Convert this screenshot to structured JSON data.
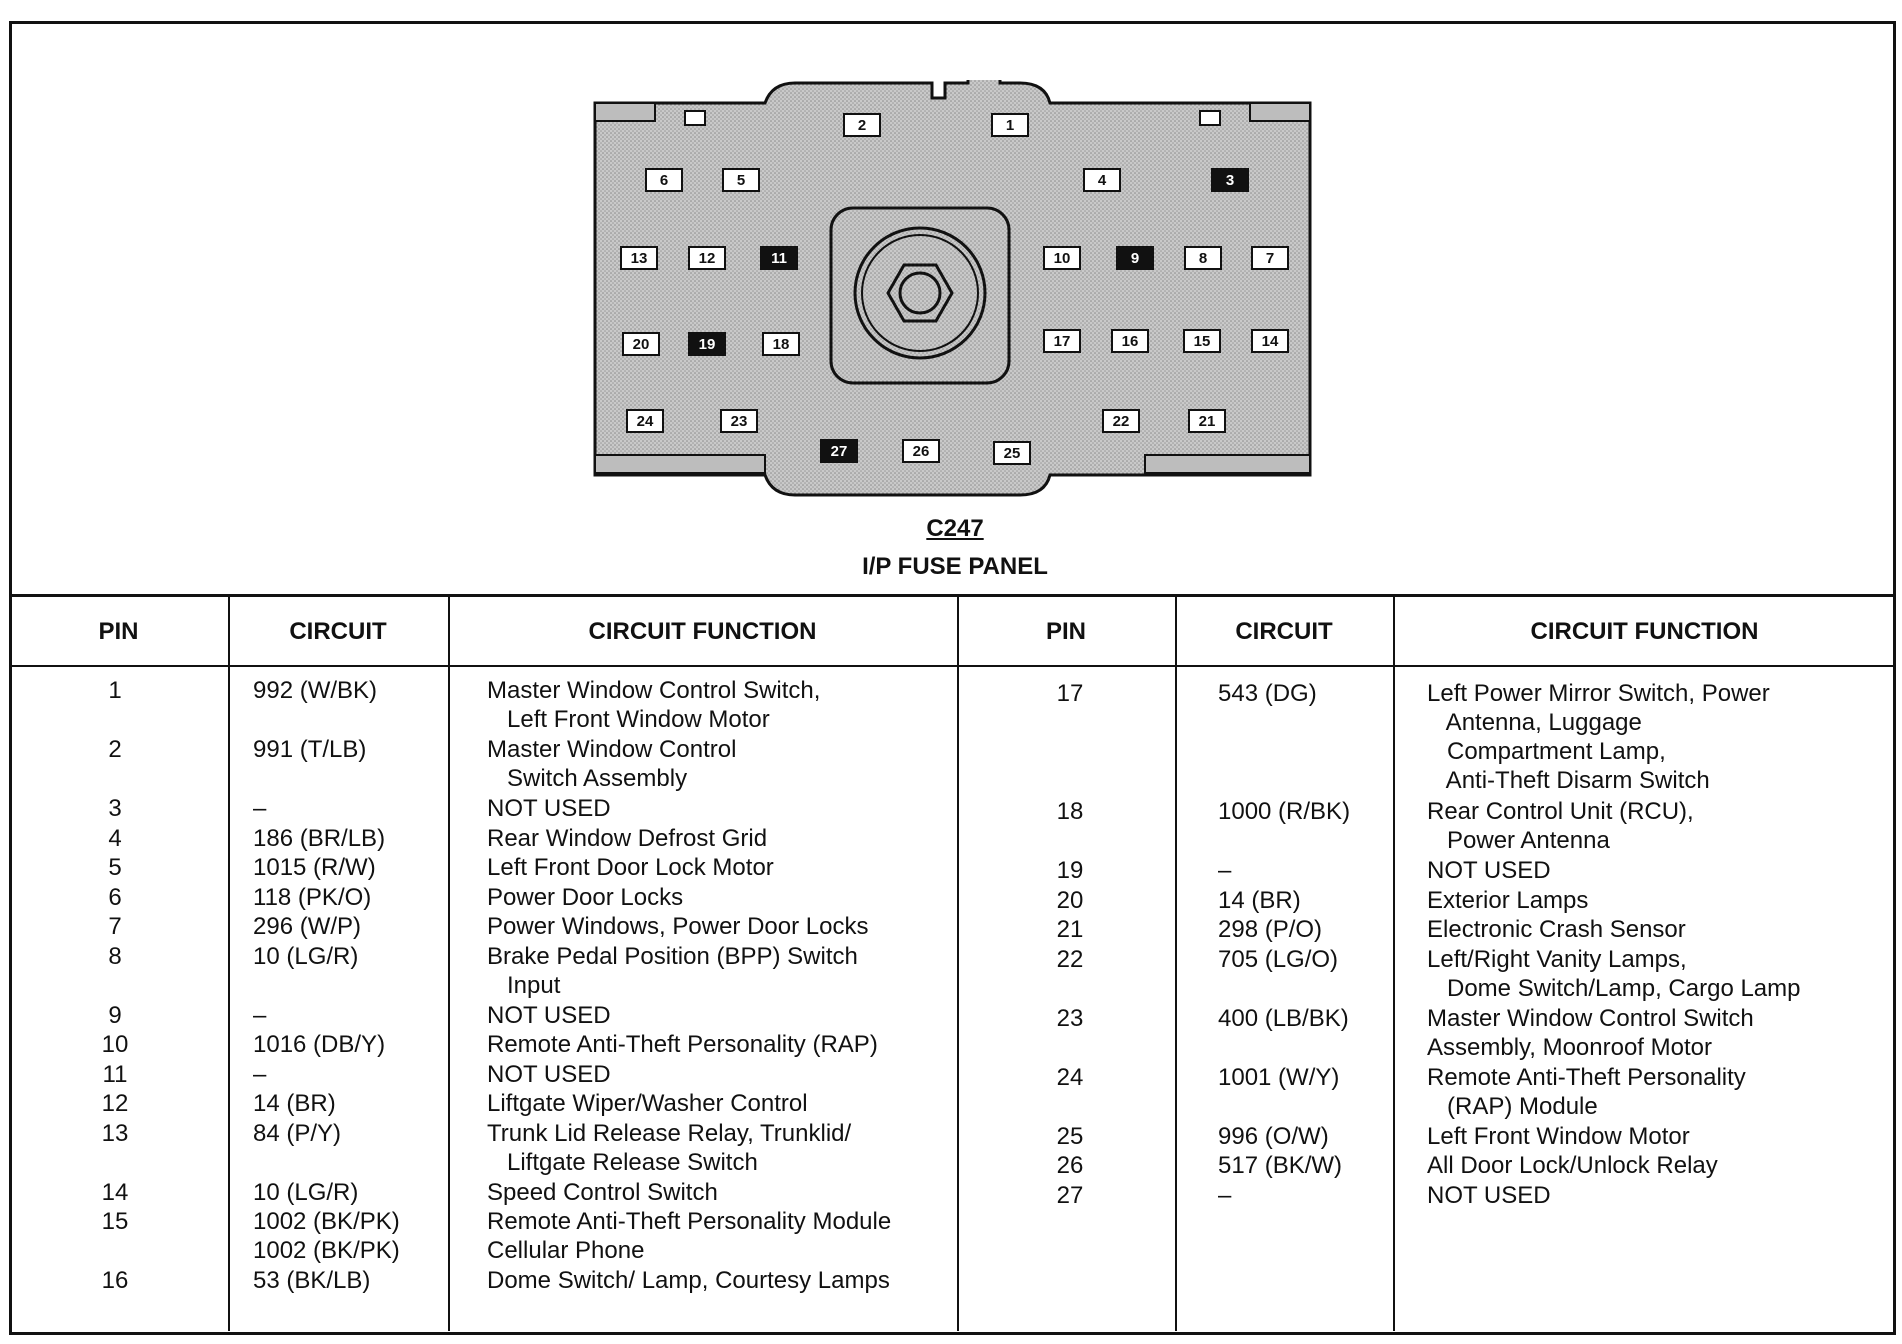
{
  "connector": {
    "title": "C247",
    "subtitle": "I/P FUSE PANEL",
    "pins": [
      {
        "label": "1",
        "filled": false
      },
      {
        "label": "2",
        "filled": false
      },
      {
        "label": "3",
        "filled": true
      },
      {
        "label": "4",
        "filled": false
      },
      {
        "label": "5",
        "filled": false
      },
      {
        "label": "6",
        "filled": false
      },
      {
        "label": "7",
        "filled": false
      },
      {
        "label": "8",
        "filled": false
      },
      {
        "label": "9",
        "filled": true
      },
      {
        "label": "10",
        "filled": false
      },
      {
        "label": "11",
        "filled": true
      },
      {
        "label": "12",
        "filled": false
      },
      {
        "label": "13",
        "filled": false
      },
      {
        "label": "14",
        "filled": false
      },
      {
        "label": "15",
        "filled": false
      },
      {
        "label": "16",
        "filled": false
      },
      {
        "label": "17",
        "filled": false
      },
      {
        "label": "18",
        "filled": false
      },
      {
        "label": "19",
        "filled": true
      },
      {
        "label": "20",
        "filled": false
      },
      {
        "label": "21",
        "filled": false
      },
      {
        "label": "22",
        "filled": false
      },
      {
        "label": "23",
        "filled": false
      },
      {
        "label": "24",
        "filled": false
      },
      {
        "label": "25",
        "filled": false
      },
      {
        "label": "26",
        "filled": false
      },
      {
        "label": "27",
        "filled": true
      }
    ]
  },
  "table": {
    "headers": {
      "pin": "PIN",
      "circuit": "CIRCUIT",
      "function": "CIRCUIT FUNCTION"
    },
    "left_rows": [
      {
        "pin": "1",
        "circuit": "992 (W/BK)",
        "function": "Master Window Control Switch,\n   Left Front Window Motor"
      },
      {
        "pin": "2",
        "circuit": "991 (T/LB)",
        "function": "Master Window Control\n   Switch Assembly"
      },
      {
        "pin": "3",
        "circuit": "–",
        "function": "NOT USED"
      },
      {
        "pin": "4",
        "circuit": "186 (BR/LB)",
        "function": "Rear Window Defrost Grid"
      },
      {
        "pin": "5",
        "circuit": "1015 (R/W)",
        "function": "Left Front Door Lock Motor"
      },
      {
        "pin": "6",
        "circuit": "118 (PK/O)",
        "function": "Power Door Locks"
      },
      {
        "pin": "7",
        "circuit": "296 (W/P)",
        "function": "Power Windows, Power Door Locks"
      },
      {
        "pin": "8",
        "circuit": "10 (LG/R)",
        "function": "Brake Pedal Position (BPP) Switch\n   Input"
      },
      {
        "pin": "9",
        "circuit": "–",
        "function": "NOT USED"
      },
      {
        "pin": "10",
        "circuit": "1016 (DB/Y)",
        "function": "Remote Anti-Theft Personality (RAP)"
      },
      {
        "pin": "11",
        "circuit": "–",
        "function": "NOT USED"
      },
      {
        "pin": "12",
        "circuit": "14 (BR)",
        "function": "Liftgate Wiper/Washer Control"
      },
      {
        "pin": "13",
        "circuit": "84 (P/Y)",
        "function": "Trunk Lid Release Relay, Trunklid/\n   Liftgate Release Switch"
      },
      {
        "pin": "14",
        "circuit": "10 (LG/R)",
        "function": "Speed Control Switch"
      },
      {
        "pin": "15",
        "circuit": "1002 (BK/PK)\n1002 (BK/PK)",
        "function": "Remote Anti-Theft Personality Module\nCellular Phone"
      },
      {
        "pin": "16",
        "circuit": "53 (BK/LB)",
        "function": "Dome Switch/ Lamp, Courtesy Lamps"
      }
    ],
    "right_rows": [
      {
        "pin": "17",
        "circuit": "543 (DG)",
        "function": "Left Power Mirror Switch, Power\n   Antenna, Luggage\n   Compartment Lamp,\n   Anti-Theft Disarm Switch"
      },
      {
        "pin": "18",
        "circuit": "1000 (R/BK)",
        "function": "Rear Control Unit (RCU),\n   Power Antenna"
      },
      {
        "pin": "19",
        "circuit": "–",
        "function": "NOT USED"
      },
      {
        "pin": "20",
        "circuit": "14 (BR)",
        "function": "Exterior Lamps"
      },
      {
        "pin": "21",
        "circuit": "298 (P/O)",
        "function": "Electronic Crash Sensor"
      },
      {
        "pin": "22",
        "circuit": "705 (LG/O)",
        "function": "Left/Right Vanity Lamps,\n   Dome Switch/Lamp, Cargo Lamp"
      },
      {
        "pin": "23",
        "circuit": "400 (LB/BK)",
        "function": "Master Window Control Switch\nAssembly, Moonroof Motor"
      },
      {
        "pin": "24",
        "circuit": "1001 (W/Y)",
        "function": "Remote Anti-Theft Personality\n   (RAP) Module"
      },
      {
        "pin": "25",
        "circuit": "996 (O/W)",
        "function": "Left Front Window Motor"
      },
      {
        "pin": "26",
        "circuit": "517 (BK/W)",
        "function": "All Door Lock/Unlock Relay"
      },
      {
        "pin": "27",
        "circuit": "–",
        "function": "NOT USED"
      }
    ]
  }
}
